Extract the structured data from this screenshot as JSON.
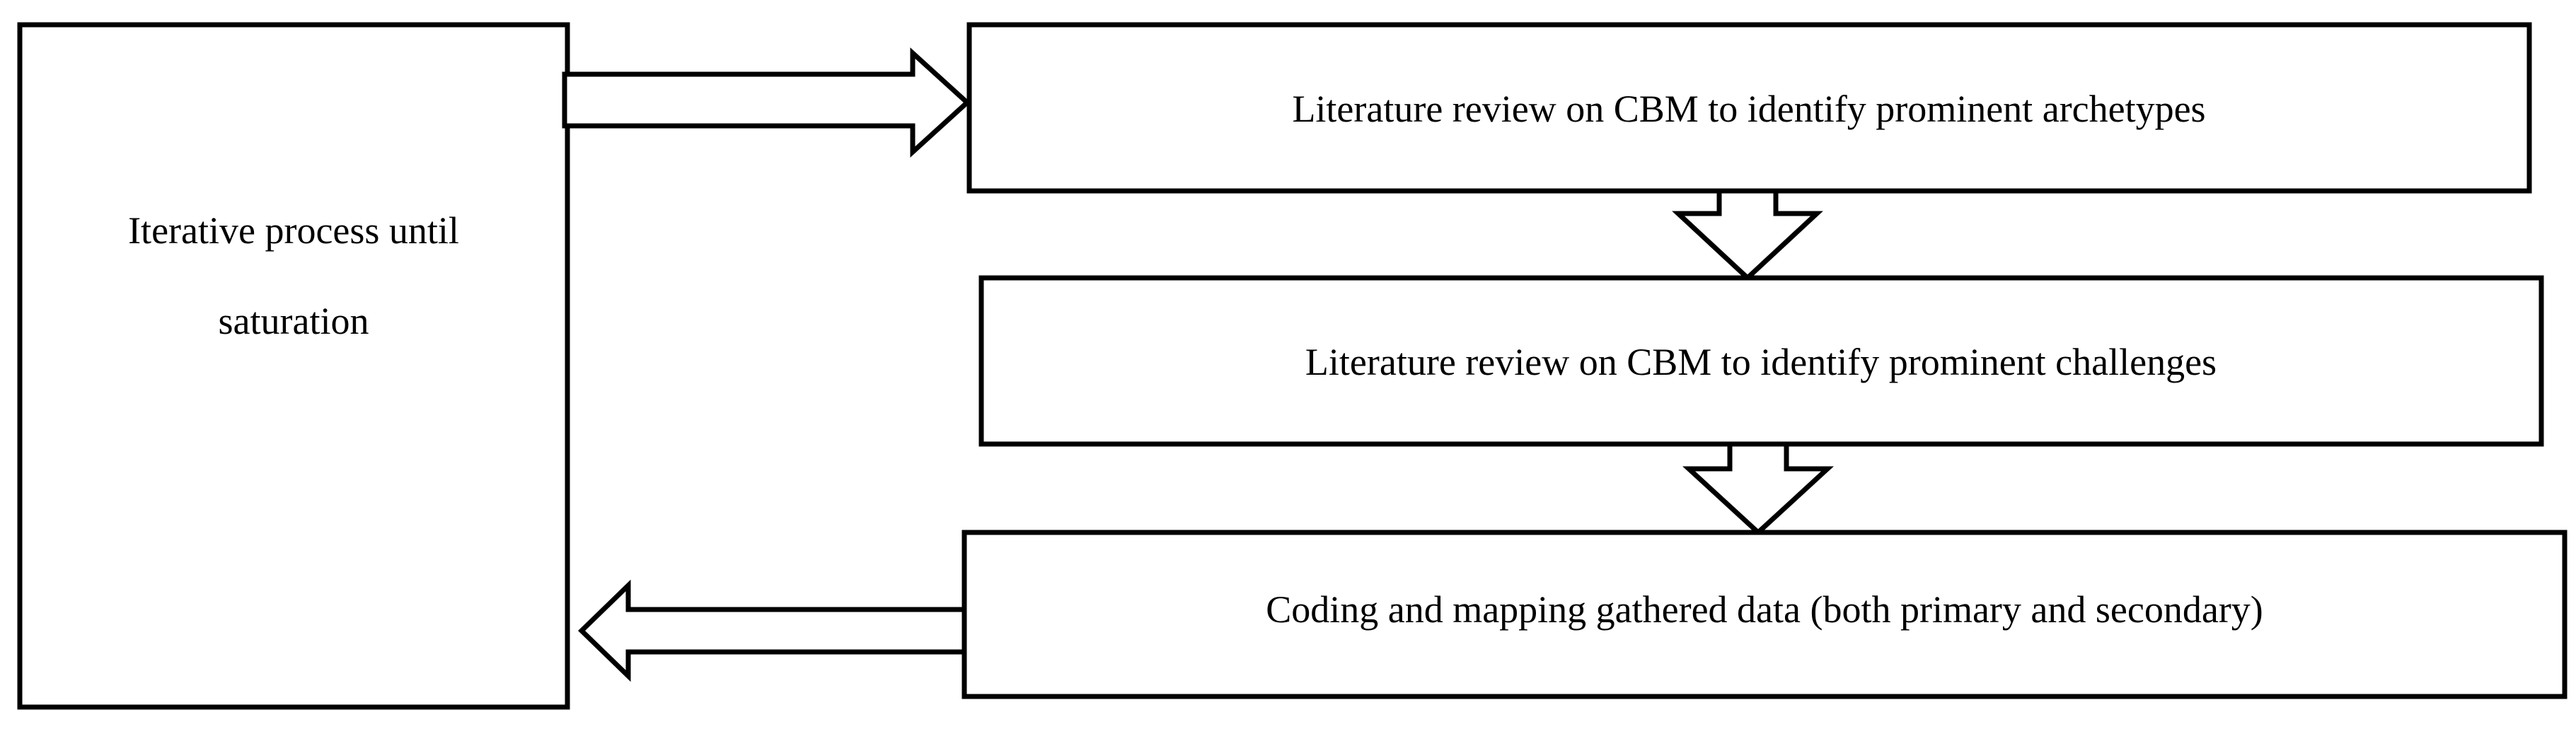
{
  "diagram": {
    "left_box": {
      "line1": "Iterative process until",
      "line2": "saturation"
    },
    "steps": [
      {
        "label": "Literature review on CBM to identify prominent archetypes"
      },
      {
        "label": "Literature review on CBM to identify prominent challenges"
      },
      {
        "label": "Coding and mapping gathered data (both primary and secondary)"
      }
    ]
  },
  "colors": {
    "stroke": "#000000",
    "fill": "#ffffff"
  }
}
